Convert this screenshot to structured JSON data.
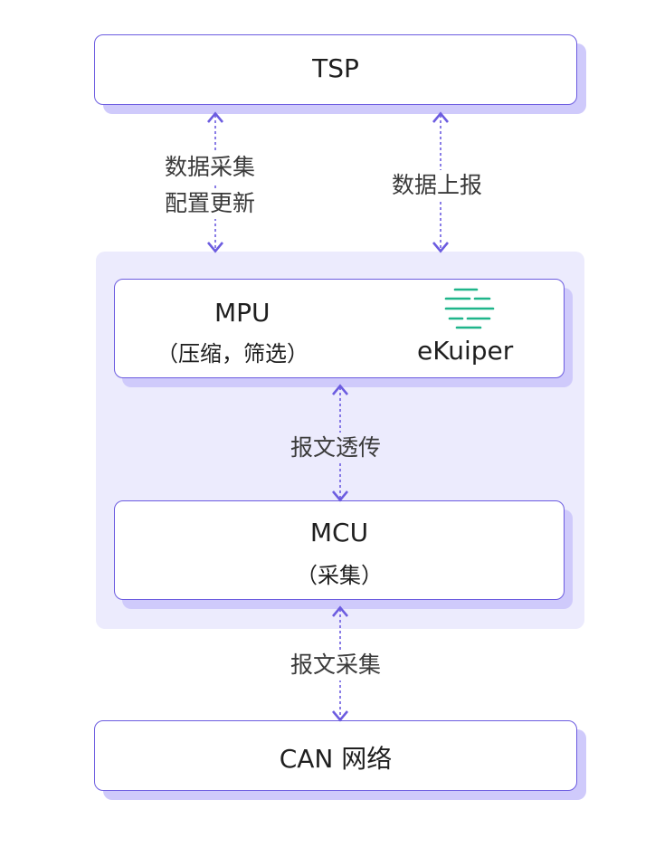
{
  "tsp": {
    "title": "TSP"
  },
  "mpu": {
    "title": "MPU",
    "subtitle": "（压缩，筛选）",
    "logo_text": "eKuiper"
  },
  "mcu": {
    "title": "MCU",
    "subtitle": "（采集）"
  },
  "can": {
    "title": "CAN 网络"
  },
  "links": {
    "tsp_mpu_left_line1": "数据采集",
    "tsp_mpu_left_line2": "配置更新",
    "tsp_mpu_right": "数据上报",
    "mpu_mcu": "报文透传",
    "mcu_can": "报文采集"
  },
  "colors": {
    "border": "#6c5ce0",
    "shadow": "#cfcafb",
    "group_bg": "#ecebfd",
    "logo": "#1fb58a"
  }
}
